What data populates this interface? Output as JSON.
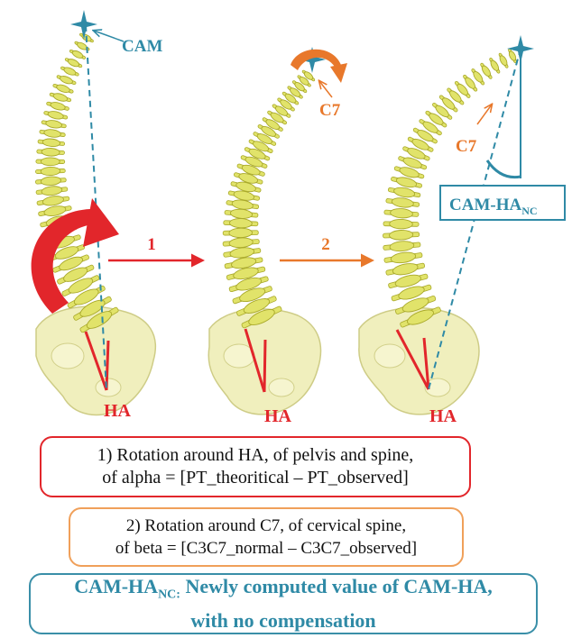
{
  "colors": {
    "blue": "#2f8aa6",
    "red": "#e2262b",
    "orange": "#e8782b",
    "bone": "#e1e36a",
    "bone_dark": "#a9a92a",
    "pelvis": "#efeeb6",
    "orange_border": "#f0a05a"
  },
  "labels": {
    "cam": "CAM",
    "c7_mid": "C7",
    "c7_right": "C7",
    "ha_left": "HA",
    "ha_mid": "HA",
    "ha_right": "HA",
    "step1": "1",
    "step2": "2",
    "cam_ha_main": "CAM-HA",
    "cam_ha_sub": "NC"
  },
  "boxes": {
    "box1": {
      "line1": "1)    Rotation around HA, of pelvis and spine,",
      "line2": "of alpha = [PT_theoritical – PT_observed]"
    },
    "box2": {
      "line1": "2) Rotation around C7, of cervical spine,",
      "line2": "of beta = [C3C7_normal – C3C7_observed]"
    },
    "box3": {
      "main": "CAM-HA",
      "sub": "NC:",
      "rest": " Newly computed value of CAM-HA,",
      "line2": "with no compensation"
    }
  }
}
